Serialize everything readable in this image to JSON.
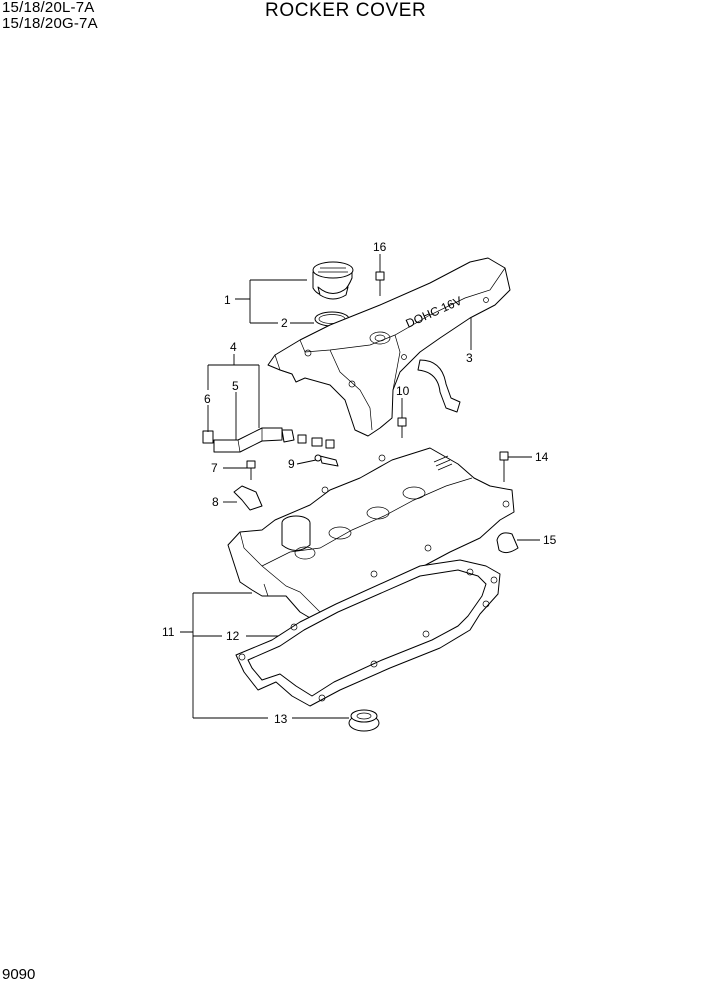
{
  "header": {
    "model_line_1": "15/18/20L-7A",
    "model_line_2": "15/18/20G-7A",
    "title": "ROCKER COVER"
  },
  "footer": {
    "page_number": "9090"
  },
  "callouts": {
    "c1": "1",
    "c2": "2",
    "c3": "3",
    "c4": "4",
    "c5": "5",
    "c6": "6",
    "c7": "7",
    "c8": "8",
    "c9": "9",
    "c10": "10",
    "c11": "11",
    "c12": "12",
    "c13": "13",
    "c14": "14",
    "c15": "15",
    "c16": "16"
  },
  "cover_emboss": "DOHC 16V"
}
